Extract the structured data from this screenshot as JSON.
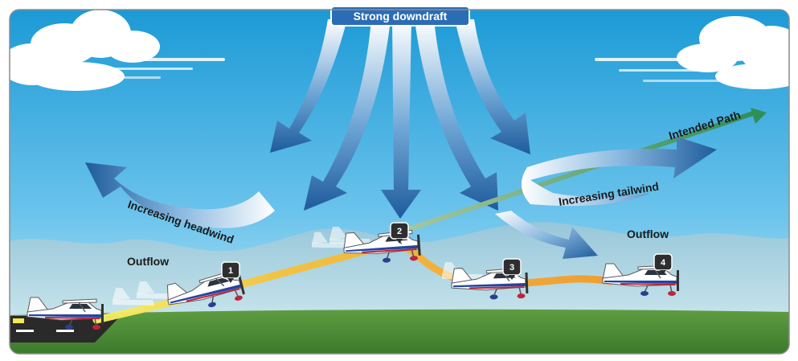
{
  "title": "Strong downdraft",
  "labels": {
    "headwind": "Increasing headwind",
    "tailwind": "Increasing tailwind",
    "intended_path": "Intended Path",
    "outflow_left": "Outflow",
    "outflow_right": "Outflow"
  },
  "positions": [
    {
      "number": "1"
    },
    {
      "number": "2"
    },
    {
      "number": "3"
    },
    {
      "number": "4"
    }
  ],
  "colors": {
    "sky_top": "#1c9ad6",
    "sky_bottom": "#bfe6f6",
    "ground": "#4f8e3a",
    "runway": "#2a2a2a",
    "arrow_dark": "#1e5b9c",
    "intended_path": "#3e9a5e",
    "flight_path": "#f3a12a",
    "title_bar": "#2b6db5",
    "badge": "#2e2e2e"
  }
}
